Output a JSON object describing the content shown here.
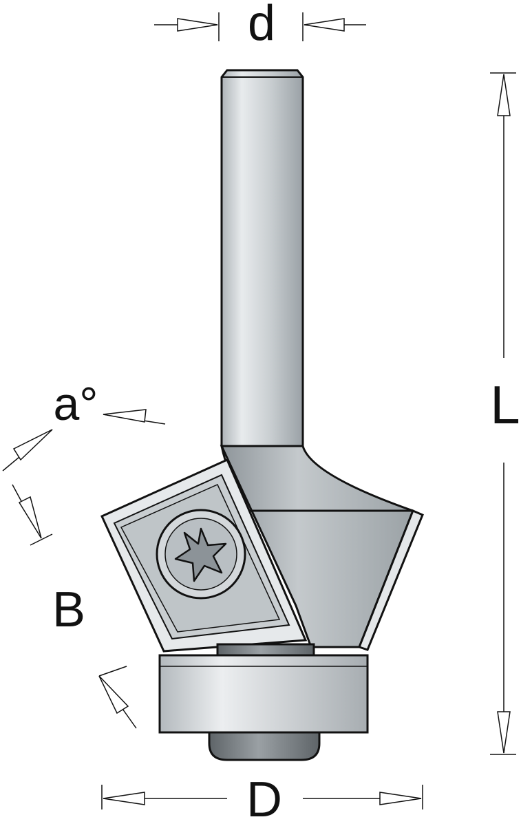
{
  "labels": {
    "shank_diameter": "d",
    "overall_length": "L",
    "angle": "a°",
    "cutting_length": "B",
    "cutting_diameter": "D"
  },
  "colors": {
    "outline": "#111111",
    "steel_light": "#d9dde0",
    "steel_mid": "#b8bec2",
    "steel_dark": "#8f969b",
    "bearing_dark": "#6d7377"
  }
}
